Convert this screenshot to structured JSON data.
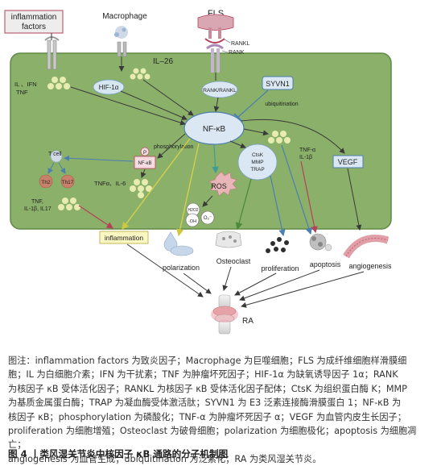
{
  "diagram": {
    "labels": {
      "inflammation_factors": [
        "inflammation",
        "factors"
      ],
      "macrophage": "Macrophage",
      "fls": "FLS",
      "rankl": "RANKL",
      "rank": "RANK",
      "il26": "IL–26",
      "il_ifn_tnf": [
        "IL 、IFN",
        "TNF"
      ],
      "hif": "HIF-1α",
      "rank_rankl": "RANK/RANKL",
      "syvn1": "SYVN1",
      "ubiquitination": "ubiquitination",
      "nfkb": "NF-κB",
      "phosphorylation": "phosphorylation",
      "p": "P",
      "nfkb_small": "NF-κB",
      "t_cell": "T cell",
      "th2": "Th2",
      "th17": "Th17",
      "tnf_il": [
        "TNF,",
        "IL-1β, IL17"
      ],
      "tnfa_il6": "TNFα、IL-6",
      "ctsk": [
        "CtsK",
        "MMP",
        "TRAP"
      ],
      "tnfa_il1b": [
        "TNF-α",
        "IL-1β"
      ],
      "vegf": "VEGF",
      "ros": "ROS",
      "h2o2": "H2O2",
      "oh": "·OH",
      "o2": "O₂⁻",
      "inflammation": "inflammation",
      "polarization": "polarization",
      "osteoclast": "Osteoclast",
      "proliferation": "proliferation",
      "apoptosis": "apoptosis",
      "angiogenesis": "angiogenesis",
      "ra": "RA"
    },
    "colors": {
      "cell_fill": "#8bb06a",
      "cell_stroke": "#5f8a44",
      "nfkb_fill": "#dbe8f4",
      "dot_fill": "#e8ecb0",
      "arrow_dark": "#3a3a3a",
      "arrow_yellow": "#d8d24a",
      "arrow_red": "#b5405a",
      "arrow_blue": "#4a7fb0",
      "arrow_teal": "#3f9c94",
      "inflammation_box": "#fbf7c2"
    }
  },
  "caption": {
    "lines": [
      "图注：inflammation factors 为致炎因子；Macrophage 为巨噬细胞；FLS 为成纤维细胞样滑膜细",
      "胞；IL 为白细胞介素；IFN 为干扰素；TNF 为肿瘤坏死因子；HIF-1α 为缺氧诱导因子 1α；RANK",
      "为核因子 κB 受体活化因子；RANKL 为核因子 κB 受体活化因子配体；CtsK 为组织蛋白酶 K；MMP",
      "为基质金属蛋白酶；TRAP 为凝血酶受体激活肽；SYVN1 为 E3 泛素连接酶滑膜蛋白 1；NF-κB 为",
      "核因子 κB；phosphorylation 为磷酸化；TNF-α 为肿瘤坏死因子 α；VEGF 为血管内皮生长因子；",
      "proliferation 为细胞增殖；Osteoclast 为破骨细胞；polarization 为细胞极化；apoptosis 为细胞凋亡；",
      "angiogenesis 为血管生成；ubiquitination 为泛素化；RA 为类风湿关节炎。"
    ]
  },
  "figure_title": "图 4 丨类风湿关节炎中核因子 κB 通路的分子机制图"
}
